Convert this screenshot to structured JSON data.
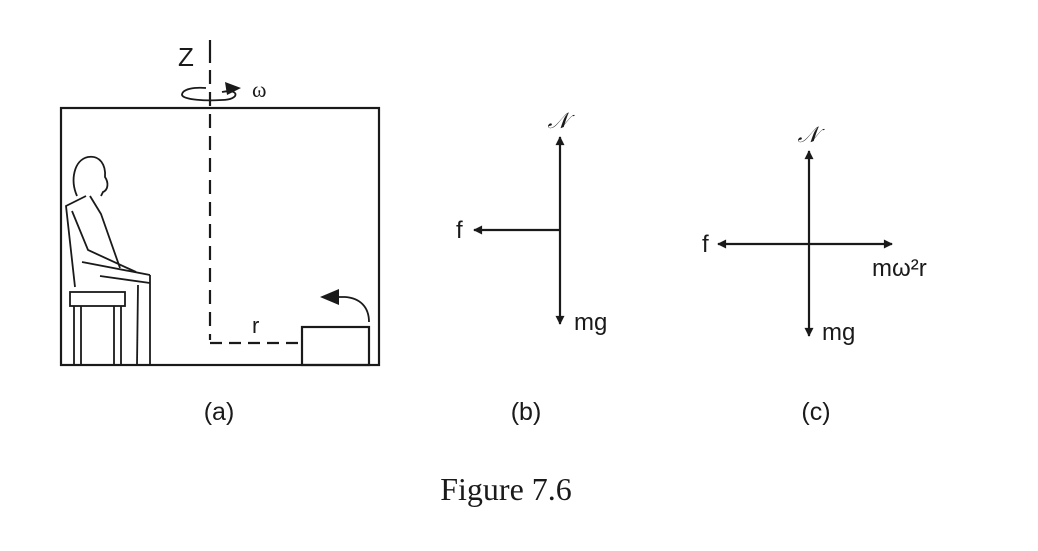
{
  "panel_a": {
    "axis_label": "Z",
    "omega_label": "ω",
    "radius_label": "r",
    "caption": "(a)"
  },
  "panel_b": {
    "normal_label": "𝒩",
    "friction_label": "f",
    "weight_label": "mg",
    "caption": "(b)"
  },
  "panel_c": {
    "normal_label": "𝒩",
    "friction_label": "f",
    "centrifugal_label": "mω²r",
    "weight_label": "mg",
    "caption": "(c)"
  },
  "figure_caption": "Figure 7.6",
  "colors": {
    "ink": "#1a1a1a",
    "background": "#ffffff"
  }
}
